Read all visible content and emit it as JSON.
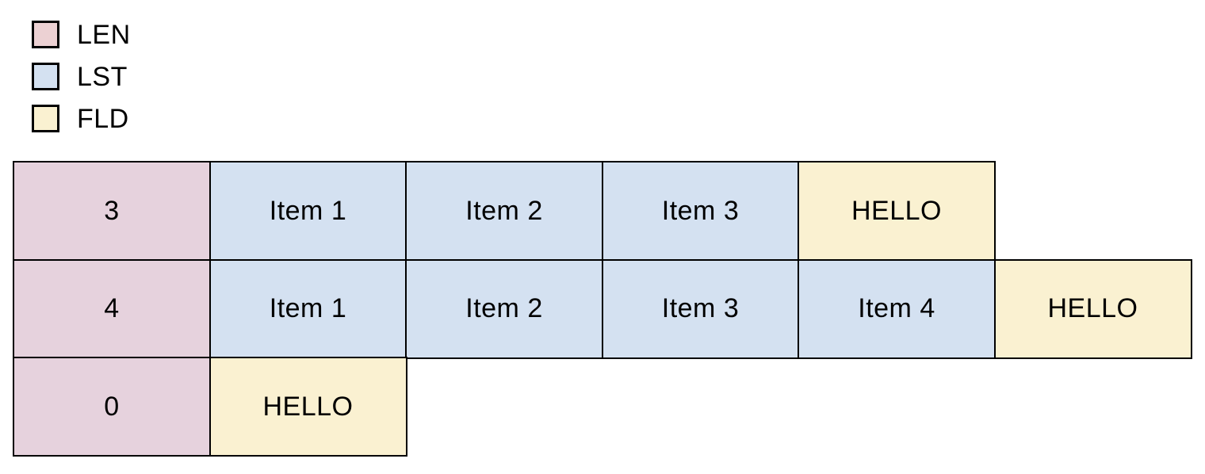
{
  "colors": {
    "background": "#ffffff",
    "border": "#000000",
    "text": "#000000",
    "LEN": "#e6d2dd",
    "LST": "#d4e1f1",
    "FLD": "#faf1d1"
  },
  "legend": {
    "items": [
      {
        "id": "LEN",
        "label": "LEN",
        "color": "#ecd1d3"
      },
      {
        "id": "LST",
        "label": "LST",
        "color": "#d4e1f1"
      },
      {
        "id": "FLD",
        "label": "FLD",
        "color": "#faf1d1"
      }
    ]
  },
  "diagram": {
    "rows": [
      {
        "cells": [
          {
            "type": "LEN",
            "label": "3"
          },
          {
            "type": "LST",
            "label": "Item 1"
          },
          {
            "type": "LST",
            "label": "Item 2"
          },
          {
            "type": "LST",
            "label": "Item 3"
          },
          {
            "type": "FLD",
            "label": "HELLO"
          }
        ]
      },
      {
        "cells": [
          {
            "type": "LEN",
            "label": "4"
          },
          {
            "type": "LST",
            "label": "Item 1"
          },
          {
            "type": "LST",
            "label": "Item 2"
          },
          {
            "type": "LST",
            "label": "Item 3"
          },
          {
            "type": "LST",
            "label": "Item 4"
          },
          {
            "type": "FLD",
            "label": "HELLO"
          }
        ]
      },
      {
        "cells": [
          {
            "type": "LEN",
            "label": "0"
          },
          {
            "type": "FLD",
            "label": "HELLO"
          }
        ]
      }
    ]
  }
}
